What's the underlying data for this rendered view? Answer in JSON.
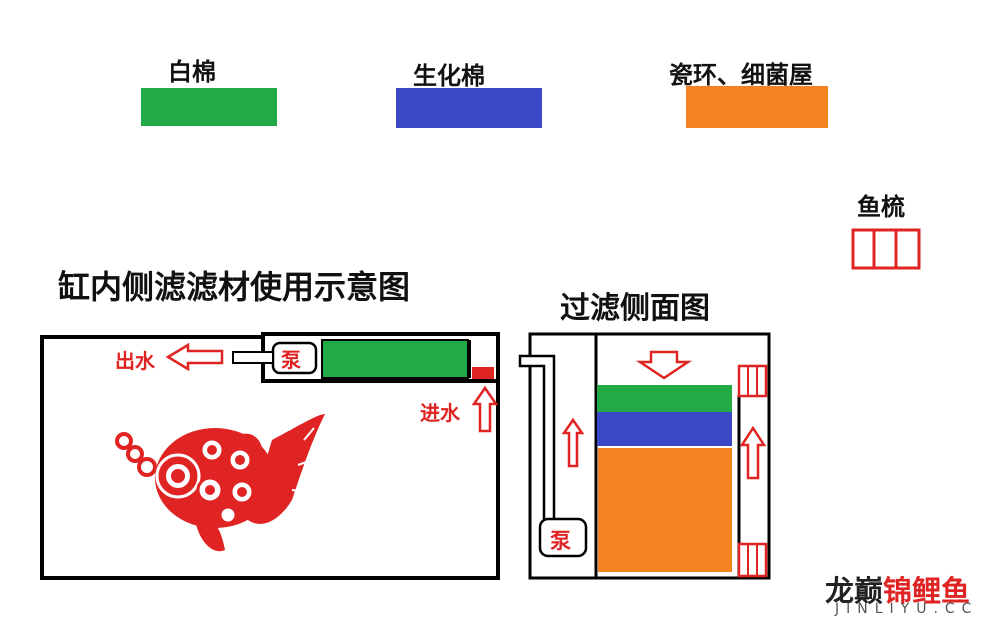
{
  "legend": {
    "items": [
      {
        "label": "白棉",
        "color": "#22aa44"
      },
      {
        "label": "生化棉",
        "color": "#3b48c8"
      },
      {
        "label": "瓷环、细菌屋",
        "color": "#f58220"
      }
    ],
    "comb": {
      "label": "鱼梳",
      "color": "#e02424"
    }
  },
  "titles": {
    "tank": "缸内侧滤滤材使用示意图",
    "side": "过滤侧面图"
  },
  "tank": {
    "outlet_label": "出水",
    "inlet_label": "进水",
    "pump_label": "泵"
  },
  "side_view": {
    "pump_label": "泵"
  },
  "watermark": {
    "brand": "龙巅",
    "brand_accent": "锦鲤鱼",
    "url": "JINLIYU.CC"
  },
  "colors": {
    "white_cotton": "#22aa44",
    "bio_cotton": "#3b48c8",
    "ceramic": "#f58220",
    "red": "#e02424"
  }
}
